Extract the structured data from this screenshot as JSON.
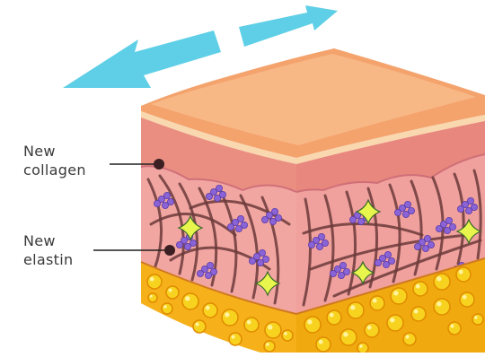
{
  "labels": {
    "collagen": {
      "line1": "New",
      "line2": "collagen"
    },
    "elastin": {
      "line1": "New",
      "line2": "elastin"
    }
  },
  "colors": {
    "arrow": "#5ecfe6",
    "skin_top": "#f6b07c",
    "epidermis_side": "#e98e73",
    "dermis": "#f3a9a6",
    "dermis_dark": "#e58f8e",
    "fiber": "#6b3a3a",
    "elastin_dot": "#8a63d6",
    "sparkle": "#e8f54c",
    "fat": "#f5b40f",
    "fat_dark": "#e08a00",
    "pointer": "#1f1f1f"
  }
}
